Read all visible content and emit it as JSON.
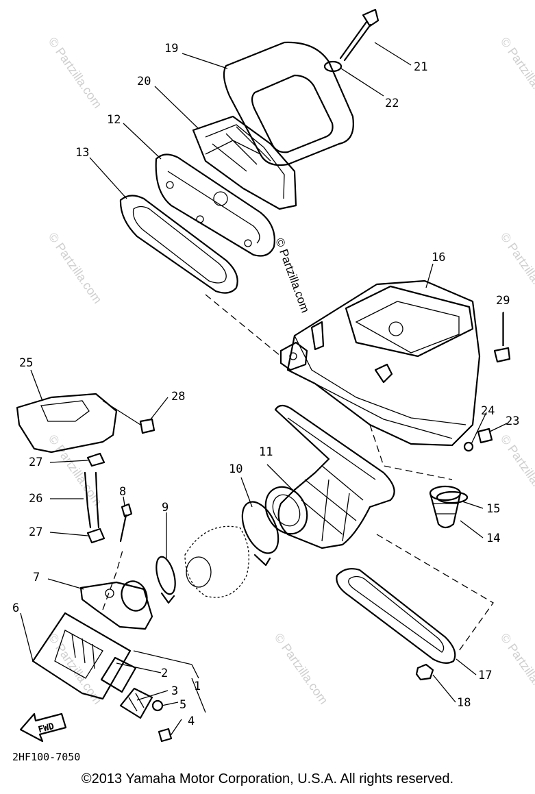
{
  "diagram": {
    "callouts": [
      "1",
      "2",
      "3",
      "4",
      "5",
      "6",
      "7",
      "8",
      "9",
      "10",
      "11",
      "12",
      "13",
      "14",
      "15",
      "16",
      "17",
      "18",
      "19",
      "20",
      "21",
      "22",
      "23",
      "24",
      "25",
      "26",
      "27",
      "28",
      "29"
    ],
    "duplicate_callout": "27",
    "arrow_label": "FWD",
    "diagram_code": "2HF100-7050",
    "watermark": "© Partzilla.com"
  },
  "footer": {
    "copyright": "©2013  Yamaha Motor Corporation, U.S.A. All rights reserved."
  }
}
